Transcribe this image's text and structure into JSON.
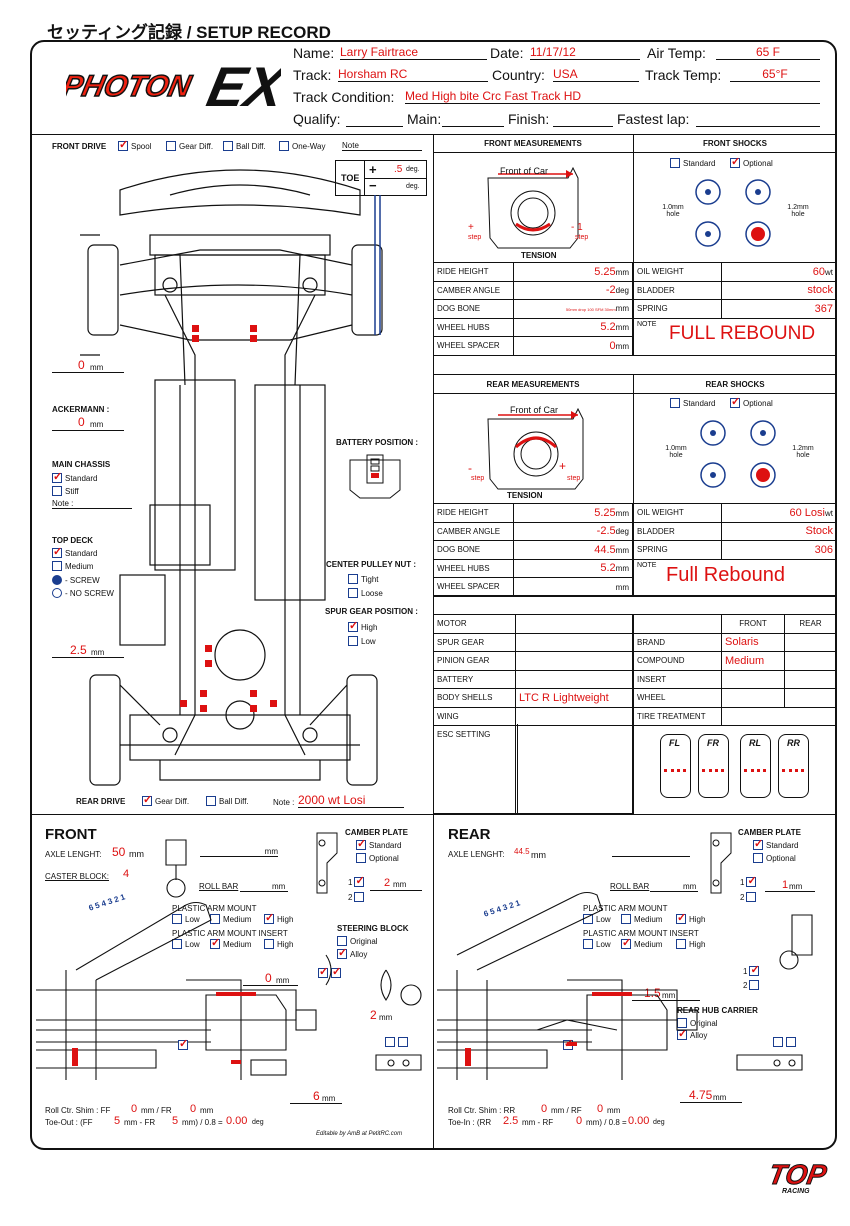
{
  "title": "セッティング記録 / SETUP RECORD",
  "logo": "PHOTON EX",
  "header": {
    "name_label": "Name:",
    "name": "Larry Fairtrace",
    "date_label": "Date:",
    "date": "11/17/12",
    "air_label": "Air Temp:",
    "air": "65 F",
    "track_label": "Track:",
    "track": "Horsham RC",
    "country_label": "Country:",
    "country": "USA",
    "ttemp_label": "Track Temp:",
    "ttemp": "65°F",
    "cond_label": "Track Condition:",
    "cond": "Med High bite Crc Fast Track HD",
    "qualify_label": "Qualify:",
    "main_label": "Main:",
    "finish_label": "Finish:",
    "lap_label": "Fastest lap:"
  },
  "chassis": {
    "front_drive": "FRONT DRIVE",
    "spool": "Spool",
    "gear_diff": "Gear Diff.",
    "ball_diff": "Ball Diff.",
    "one_way": "One-Way",
    "note": "Note",
    "toe": "TOE",
    "toe_plus": "+",
    "toe_minus": "−",
    "toe_val": ".5",
    "deg": "deg.",
    "left_val1": "0",
    "mm": "mm",
    "ackermann": "ACKERMANN :",
    "ackermann_val": "0",
    "main_chassis": "MAIN CHASSIS",
    "standard": "Standard",
    "stiff": "Stiff",
    "note2": "Note :",
    "top_deck": "TOP DECK",
    "medium": "Medium",
    "screw": "- SCREW",
    "no_screw": "- NO SCREW",
    "battery_position": "BATTERY POSITION :",
    "center_pulley": "CENTER PULLEY NUT :",
    "tight": "Tight",
    "loose": "Loose",
    "spur_position": "SPUR GEAR POSITION :",
    "high": "High",
    "low": "Low",
    "left_val2": "2.5",
    "rear_drive": "REAR DRIVE",
    "rear_gear": "Gear Diff.",
    "rear_ball": "Ball Diff.",
    "rear_note_label": "Note :",
    "rear_note": "2000 wt Losi"
  },
  "front_meas": {
    "title": "FRONT MEASUREMENTS",
    "front_of_car": "Front of Car",
    "plus": "+",
    "step": "step",
    "minus": "- 1",
    "tension": "TENSION",
    "rows": [
      {
        "label": "RIDE HEIGHT",
        "value": "5.25",
        "unit": "mm"
      },
      {
        "label": "CAMBER ANGLE",
        "value": "-2",
        "unit": "deg"
      },
      {
        "label": "DOG BONE",
        "value": "50mm drop 100 SFM 30mm",
        "unit": "mm"
      },
      {
        "label": "WHEEL HUBS",
        "value": "5.2",
        "unit": "mm"
      },
      {
        "label": "WHEEL SPACER",
        "value": "0",
        "unit": "mm"
      }
    ]
  },
  "front_shocks": {
    "title": "FRONT SHOCKS",
    "standard": "Standard",
    "optional": "Optional",
    "hole_left": "1.0mm hole",
    "hole_right": "1.2mm hole",
    "rows": [
      {
        "label": "OIL WEIGHT",
        "value": "60",
        "unit": "wt"
      },
      {
        "label": "BLADDER",
        "value": "stock",
        "unit": ""
      },
      {
        "label": "SPRING",
        "value": "367",
        "unit": ""
      }
    ],
    "note_label": "NOTE",
    "note": "FULL REBOUND"
  },
  "rear_meas": {
    "title": "REAR MEASUREMENTS",
    "front_of_car": "Front of Car",
    "minus": "-",
    "step": "step",
    "plus": "+",
    "tension": "TENSION",
    "rows": [
      {
        "label": "RIDE HEIGHT",
        "value": "5.25",
        "unit": "mm"
      },
      {
        "label": "CAMBER ANGLE",
        "value": "-2.5",
        "unit": "deg"
      },
      {
        "label": "DOG BONE",
        "value": "44.5",
        "unit": "mm"
      },
      {
        "label": "WHEEL HUBS",
        "value": "5.2",
        "unit": "mm"
      },
      {
        "label": "WHEEL SPACER",
        "value": "",
        "unit": "mm"
      }
    ]
  },
  "rear_shocks": {
    "title": "REAR SHOCKS",
    "standard": "Standard",
    "optional": "Optional",
    "hole_left": "1.0mm hole",
    "hole_right": "1.2mm hole",
    "rows": [
      {
        "label": "OIL WEIGHT",
        "value": "60 Losi",
        "unit": "wt"
      },
      {
        "label": "BLADDER",
        "value": "Stock",
        "unit": ""
      },
      {
        "label": "SPRING",
        "value": "306",
        "unit": ""
      }
    ],
    "note_label": "NOTE",
    "note": "Full Rebound"
  },
  "misc": {
    "motor": "MOTOR",
    "spur": "SPUR GEAR",
    "pinion": "PINION GEAR",
    "battery": "BATTERY",
    "body": "BODY SHELLS",
    "body_val": "LTC R  Lightweight",
    "wing": "WING",
    "esc": "ESC SETTING",
    "front": "FRONT",
    "rear": "REAR",
    "brand": "BRAND",
    "brand_val": "Solaris",
    "compound": "COMPOUND",
    "compound_val": "Medium",
    "insert": "INSERT",
    "wheel": "WHEEL",
    "tire_treatment": "TIRE TREATMENT",
    "tires": [
      "FL",
      "FR",
      "RL",
      "RR"
    ]
  },
  "front_sec": {
    "title": "FRONT",
    "axle_label": "AXLE LENGHT:",
    "axle": "50",
    "axle_unit": "mm",
    "caster_label": "CASTER BLOCK:",
    "caster": "4",
    "mm": "mm",
    "roll_bar": "ROLL BAR",
    "camber_plate": "CAMBER PLATE",
    "standard": "Standard",
    "optional": "Optional",
    "cp_val": "2",
    "pam": "PLASTIC ARM MOUNT",
    "low": "Low",
    "medium": "Medium",
    "high": "High",
    "pami": "PLASTIC ARM MOUNT INSERT",
    "steering": "STEERING BLOCK",
    "original": "Original",
    "alloy": "Alloy",
    "val_0": "0",
    "val_2": "2",
    "val_6": "6",
    "holes": "6 5 4 3 2 1",
    "roll_ctr": "Roll Ctr. Shim : FF",
    "rc_ff": "0",
    "rc_fr": "0",
    "toe_out": "Toe-Out : (FF",
    "to_ff": "5",
    "to_fr": "5",
    "to_res": "0.00",
    "deg": "deg",
    "credit": "Editable by AmB at PetitRC.com"
  },
  "rear_sec": {
    "title": "REAR",
    "axle_label": "AXLE LENGHT:",
    "axle": "44.5",
    "axle_unit": "mm",
    "roll_bar": "ROLL BAR",
    "mm": "mm",
    "camber_plate": "CAMBER PLATE",
    "standard": "Standard",
    "optional": "Optional",
    "cp_val": "1",
    "pam": "PLASTIC ARM MOUNT",
    "low": "Low",
    "medium": "Medium",
    "high": "High",
    "pami": "PLASTIC ARM MOUNT INSERT",
    "val_15": "1.5",
    "hub_carrier": "REAR HUB CARRIER",
    "original": "Original",
    "alloy": "Alloy",
    "val_475": "4.75",
    "holes": "6 5 4 3 2 1",
    "roll_ctr": "Roll Ctr. Shim : RR",
    "rc_rr": "0",
    "rc_rf": "0",
    "toe_in": "Toe-In : (RR",
    "ti_rr": "2.5",
    "ti_rf": "0",
    "ti_res": "0.00",
    "deg": "deg"
  },
  "brand_logo": "TOP RACING"
}
